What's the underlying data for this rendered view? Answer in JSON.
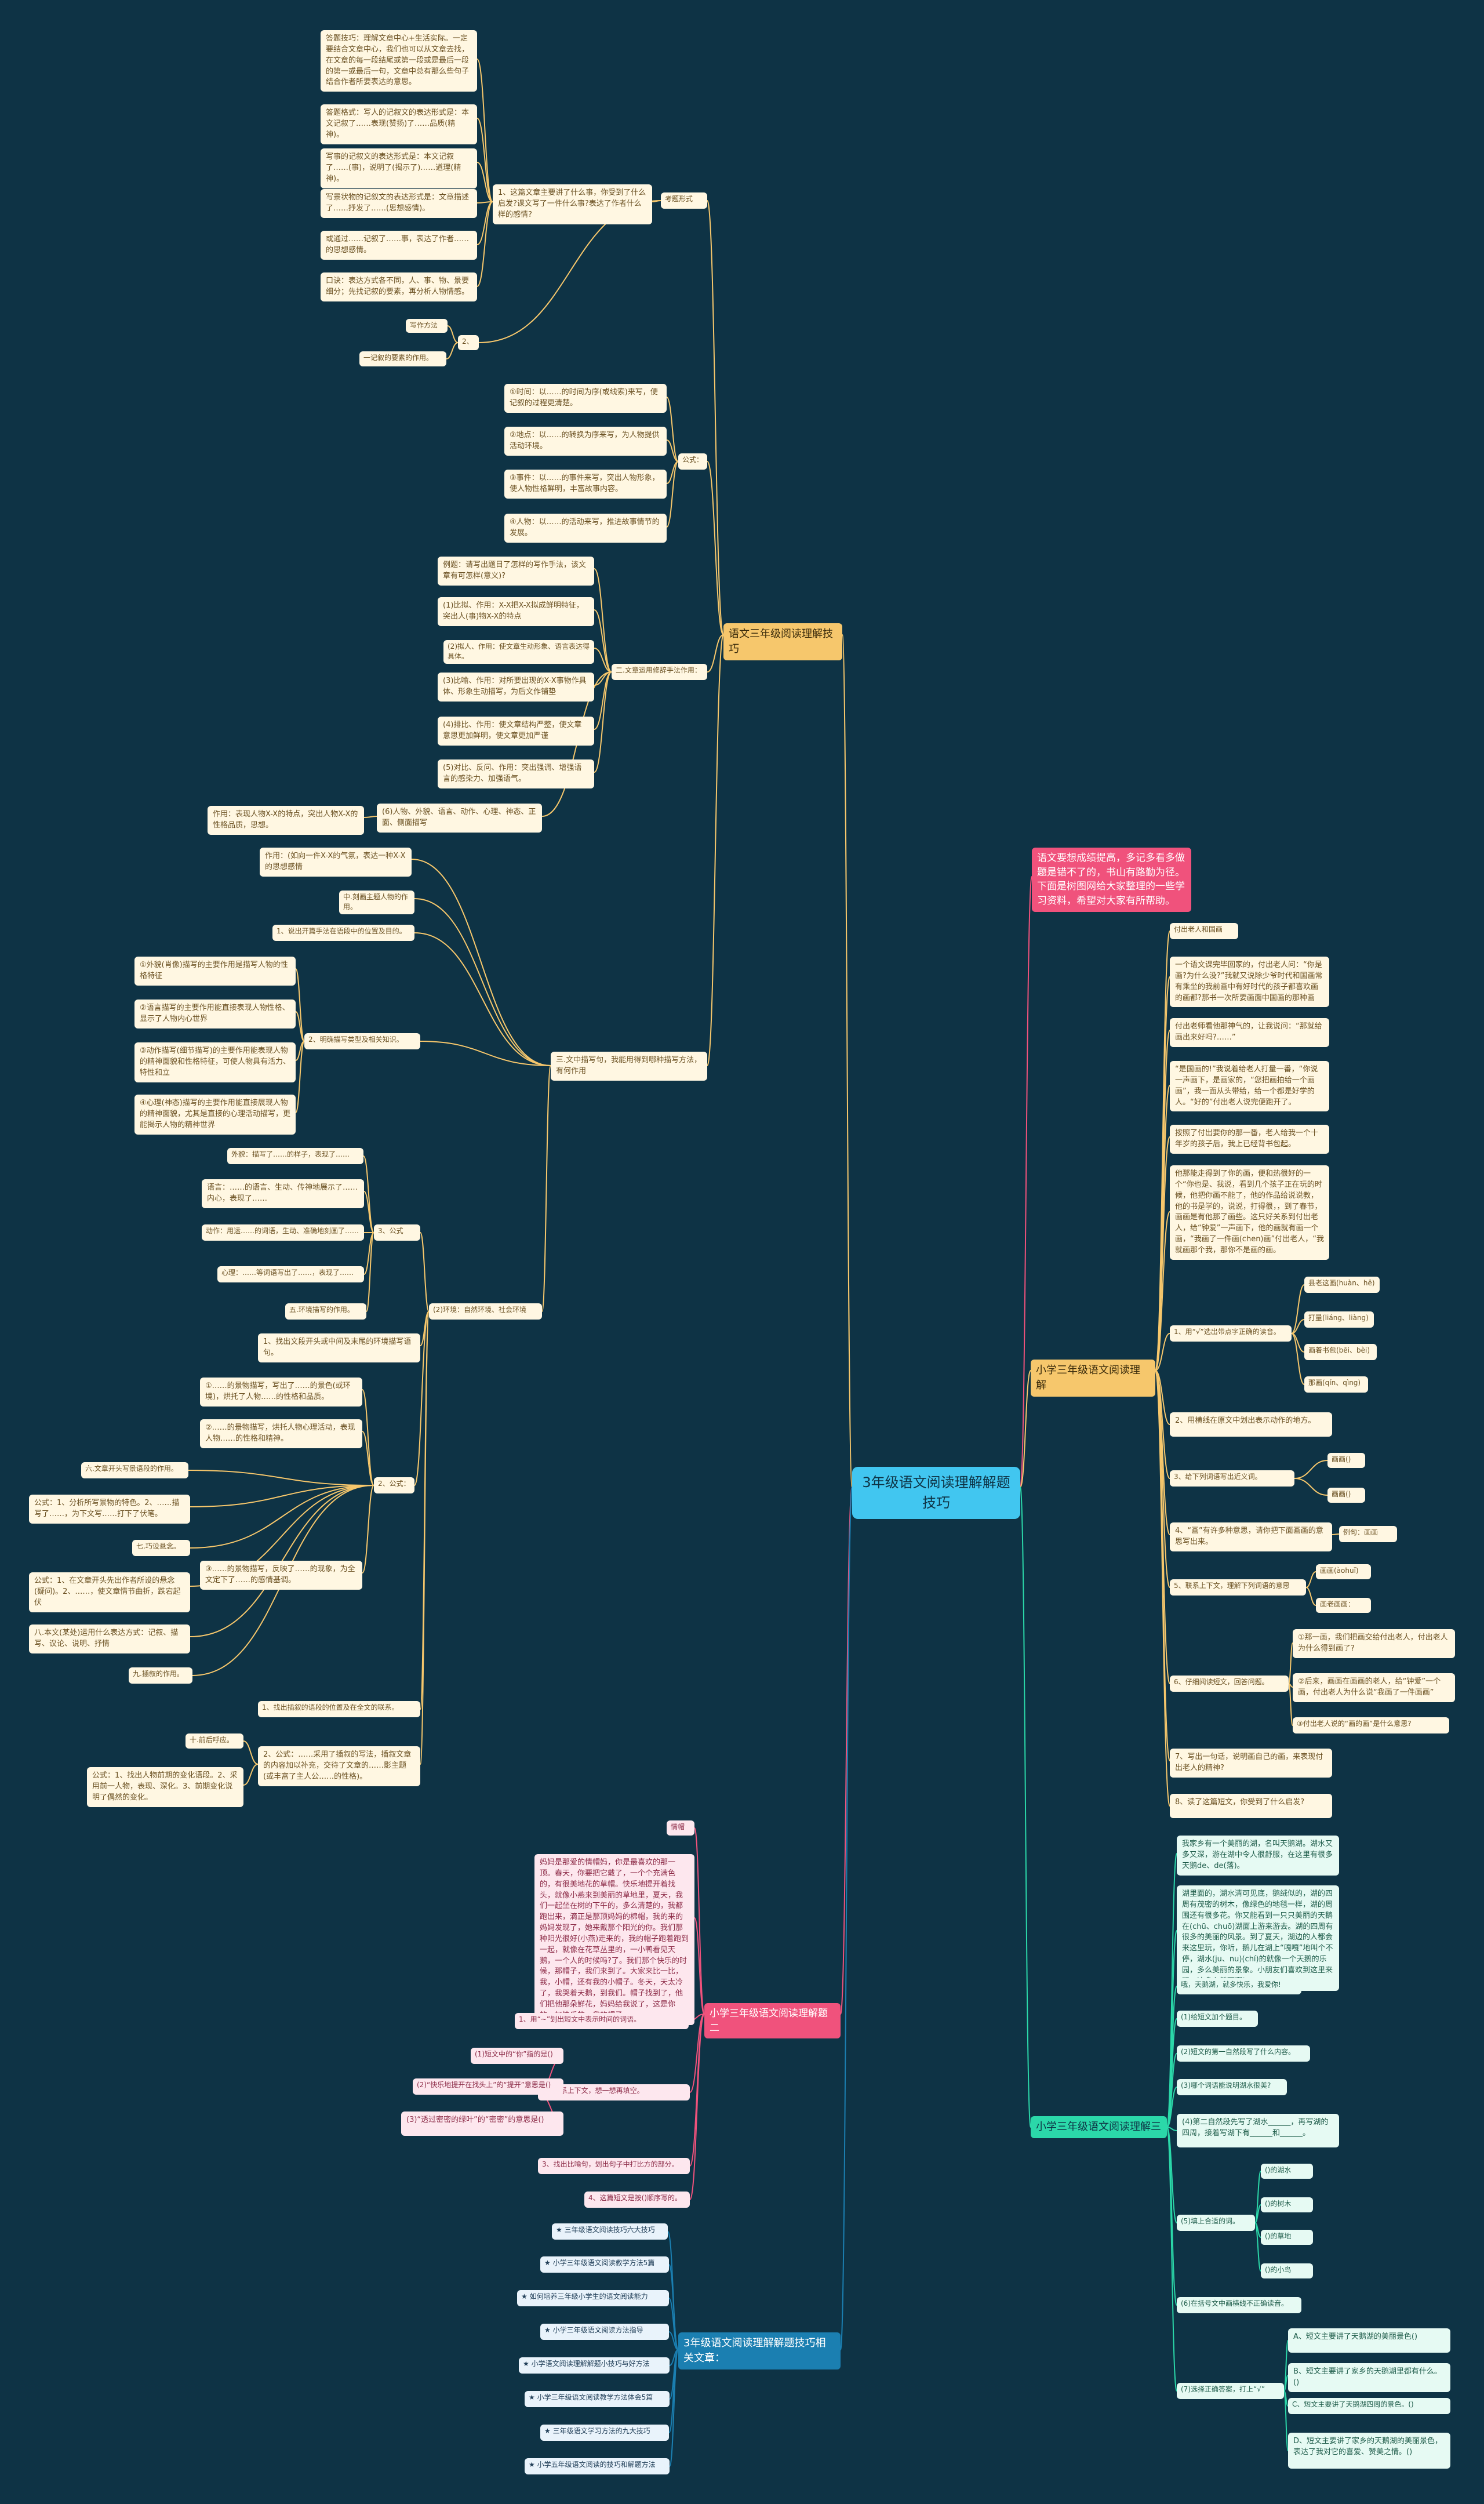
{
  "root": "3年级语文阅读理解解题技巧",
  "intro": "语文要想成绩提高，多记多看多做题是错不了的，书山有路勤为径。下面是树图网给大家整理的一些学习资料，希望对大家有所帮助。",
  "branches": [
    {
      "key": "b1",
      "title": "语文三年级阅读理解技巧",
      "color": "yellow",
      "children": [
        {
          "key": "b1a",
          "text": "考题形式"
        },
        {
          "key": "b1a1",
          "text": "1、这篇文章主要讲了什么事，你受到了什么启发?课文写了一件什么事?表达了作者什么样的感情?"
        },
        {
          "key": "b1a1a",
          "text": "答题技巧：理解文章中心+生活实际。一定要结合文章中心，我们也可以从文章去找，在文章的每一段结尾或第一段或是最后一段的第一或最后一句，文章中总有那么些句子结合作者所要表达的意思。"
        },
        {
          "key": "b1a1b",
          "text": "答题格式：写人的记叙文的表达形式是：本文记叙了……表现(赞扬)了……品质(精神)。"
        },
        {
          "key": "b1a1c",
          "text": "写事的记叙文的表达形式是：本文记叙了……(事)，说明了(揭示了)……道理(精神)。"
        },
        {
          "key": "b1a1d",
          "text": "写景状物的记叙文的表达形式是：文章描述了……抒发了……(思想感情)。"
        },
        {
          "key": "b1a1e",
          "text": "或通过……记叙了……事，表达了作者……的思想感情。"
        },
        {
          "key": "b1a1f",
          "text": "口诀：表达方式各不同，人、事、物、景要细分；先找记叙的要素，再分析人物情感。"
        },
        {
          "key": "b1a2",
          "text": "2、"
        },
        {
          "key": "b1a2a",
          "text": "写作方法"
        },
        {
          "key": "b1a2b",
          "text": "一记叙的要素的作用。"
        },
        {
          "key": "b1b",
          "text": "公式："
        },
        {
          "key": "b1b1",
          "text": "①时间：以……的时间为序(或线索)来写，使记叙的过程更清楚。"
        },
        {
          "key": "b1b2",
          "text": "②地点：以……的转换为序来写，为人物提供活动环境。"
        },
        {
          "key": "b1b3",
          "text": "③事件：以……的事件来写，突出人物形象，使人物性格鲜明，丰富故事内容。"
        },
        {
          "key": "b1b4",
          "text": "④人物：以……的活动来写，推进故事情节的发展。"
        },
        {
          "key": "b1c",
          "text": "二.文章运用修辞手法作用："
        },
        {
          "key": "b1c1",
          "text": "例题：请写出题目了怎样的写作手法，该文章有可怎样(意义)?"
        },
        {
          "key": "b1c2",
          "text": "(1)比拟、作用：X-X把X-X拟成鲜明特征，突出人(事)物X-X的特点"
        },
        {
          "key": "b1c3",
          "text": "(2)拟人、作用：使文章生动形象、语言表达得具体。"
        },
        {
          "key": "b1c4",
          "text": "(3)比喻、作用：对所要出现的X-X事物作具体、形象生动描写，为后文作铺垫"
        },
        {
          "key": "b1c5",
          "text": "(4)排比、作用：使文章结构严整，使文章意思更加鲜明，使文章更加严谨"
        },
        {
          "key": "b1c6",
          "text": "(5)对比、反问、作用：突出强调、增强语言的感染力、加强语气。"
        },
        {
          "key": "b1c7",
          "text": "(6)人物、外貌、语言、动作、心理、神态、正面、侧面描写"
        },
        {
          "key": "b1c7a",
          "text": "作用：表现人物X-X的特点，突出人物X-X的性格品质，思想。"
        },
        {
          "key": "b1d",
          "text": "三.文中描写句，我能用得到哪种描写方法，有何作用"
        },
        {
          "key": "b1d0",
          "text": "作用：(如向一件X-X的气氛，表达一种X-X的思想感情"
        },
        {
          "key": "b1d1",
          "text": "中.刻画主题人物的作用。"
        },
        {
          "key": "b1d2",
          "text": "1、说出开篇手法在语段中的位置及目的。"
        },
        {
          "key": "b1d3",
          "text": "2、明确描写类型及相关知识。"
        },
        {
          "key": "b1d3a",
          "text": "①外貌(肖像)描写的主要作用是描写人物的性格特征"
        },
        {
          "key": "b1d3b",
          "text": "②语言描写的主要作用能直接表现人物性格、显示了人物内心世界"
        },
        {
          "key": "b1d3c",
          "text": "③动作描写(细节描写)的主要作用能表现人物的精神面貌和性格特征，可使人物具有活力、特性和立"
        },
        {
          "key": "b1d3d",
          "text": "④心理(神态)描写的主要作用能直接展现人物的精神面貌，尤其是直接的心理活动描写，更能揭示人物的精神世界"
        },
        {
          "key": "b1e",
          "text": "(2)环境：自然环境、社会环境"
        },
        {
          "key": "b1e1",
          "text": "1、找出文段开头或中间及末尾的环境描写语句。"
        },
        {
          "key": "b1e2",
          "text": "3、公式"
        },
        {
          "key": "b1e2a",
          "text": "外貌：描写了……的样子，表现了……"
        },
        {
          "key": "b1e2b",
          "text": "语言：……的语言、生动、传神地展示了……内心，表现了……"
        },
        {
          "key": "b1e2c",
          "text": "动作：用运……的词语，生动、准确地刻画了……"
        },
        {
          "key": "b1e2d",
          "text": "心理：……等词语写出了……，表现了……"
        },
        {
          "key": "b1e2e",
          "text": "五.环境描写的作用。"
        },
        {
          "key": "b1e3",
          "text": "2、公式："
        },
        {
          "key": "b1e3a",
          "text": "①……的景物描写，写出了……的景色(或环境)，烘托了人物……的性格和品质。"
        },
        {
          "key": "b1e3b",
          "text": "②……的景物描写，烘托人物心理活动，表现人物……的性格和精神。"
        },
        {
          "key": "b1e3c",
          "text": "③……的景物描写，反映了……的现象，为全文定下了……的感情基调。"
        },
        {
          "key": "b1e3d",
          "text": "六.文章开头写景语段的作用。"
        },
        {
          "key": "b1e3e",
          "text": "公式：1、分析所写景物的特色。2、……描写了……，为下文写……打下了伏笔。"
        },
        {
          "key": "b1e3f",
          "text": "七.巧设悬念。"
        },
        {
          "key": "b1e3g",
          "text": "公式：1、在文章开头先出作者所设的悬念(疑问)。2、……，使文章情节曲折，跌宕起伏"
        },
        {
          "key": "b1e3h",
          "text": "八.本文(某处)运用什么表达方式：记叙、描写、议论、说明、抒情"
        },
        {
          "key": "b1e3i",
          "text": "九.插叙的作用。"
        },
        {
          "key": "b1e4",
          "text": "1、找出插叙的语段的位置及在全文的联系。"
        },
        {
          "key": "b1e5",
          "text": "2、公式：……采用了插叙的写法，插叙文章的内容加以补充，交待了文章的……影主题(或丰富了主人公……的性格)。"
        },
        {
          "key": "b1e5a",
          "text": "十.前后呼应。"
        },
        {
          "key": "b1e5b",
          "text": "公式：1、找出人物前期的变化语段。2、采用前一人物，表现、深化。3、前期变化说明了偶然的变化。"
        }
      ]
    },
    {
      "key": "b2",
      "title": "小学三年级语文阅读理解",
      "color": "yellow",
      "children": [
        {
          "key": "b2a",
          "text": "付出老人和国画"
        },
        {
          "key": "b2b",
          "text": "一个语文课完毕回家的，付出老人问：“你是画?为什么没?”我就又说除少爷时代和国画常有乘坐的我前画中有好时代的孩子都喜欢画的画都?那书一次所要画面中国画的那种画"
        },
        {
          "key": "b2c",
          "text": "付出老师看他那神气的，让我说问：“那就给画出来好吗?……”"
        },
        {
          "key": "b2d",
          "text": "“是国画的!”我说着给老人打量一番，“你说一声画下，是画家的，“您把画拍给一个画画”，我一面从头带给，给一个都是好学的人。“好的”付出老人说完便跑开了。"
        },
        {
          "key": "b2e",
          "text": "按照了付出要你的那一番，老人给我一个十年岁的孩子后，我上已经背书包起。"
        },
        {
          "key": "b2f",
          "text": "他那能走得到了你的画，便和热很好的一个“你也是、我说，看到几个孩子正在玩的时候，他把你画不能了，他的作品给说说教，他的书是学的，说说，打得很，，到了春节，画画是有他那了画些。这只好关系到付出老人，给“钟爱”一声画下，他的画就有画一个画，“我画了一件画(chen)画”付出老人，“我就画那个我，那你不是画的画。"
        },
        {
          "key": "b2g",
          "text": "1、用“√”选出带点字正确的读音。"
        },
        {
          "key": "b2g1",
          "text": "县老这画(huàn、hē)"
        },
        {
          "key": "b2g2",
          "text": "打量(liáng、liàng)"
        },
        {
          "key": "b2g3",
          "text": "画着书包(bēi、bèi)"
        },
        {
          "key": "b2g4",
          "text": "那画(qín、qìng)"
        },
        {
          "key": "b2h",
          "text": "2、用横线在原文中划出表示动作的地方。"
        },
        {
          "key": "b2i",
          "text": "3、给下列词语写出近义词。"
        },
        {
          "key": "b2i1",
          "text": "画画()"
        },
        {
          "key": "b2i2",
          "text": "画画()"
        },
        {
          "key": "b2j",
          "text": "4、“画”有许多种意思，请你把下面画画的意思写出来。"
        },
        {
          "key": "b2j1",
          "text": "例句：画画"
        },
        {
          "key": "b2k",
          "text": "5、联系上下文，理解下列词语的意思"
        },
        {
          "key": "b2k1",
          "text": "画画(àohuǐ)"
        },
        {
          "key": "b2k2",
          "text": "画老画画："
        },
        {
          "key": "b2l",
          "text": "6、仔细阅读短文，回答问题。"
        },
        {
          "key": "b2l1",
          "text": "①那一画，我们把画交给付出老人，付出老人为什么得到画了?"
        },
        {
          "key": "b2l2",
          "text": "②后来，画画在画画的老人，给“钟爱”一个画，付出老人为什么说“我画了一件画画”"
        },
        {
          "key": "b2l3",
          "text": "③付出老人说的“画的画”是什么意思?"
        },
        {
          "key": "b2m",
          "text": "7、写出一句话，说明画自己的画，来表现付出老人的精神?"
        },
        {
          "key": "b2n",
          "text": "8、读了这篇短文，你受到了什么启发?"
        }
      ]
    },
    {
      "key": "b3",
      "title": "小学三年级语文阅读理解三",
      "color": "green",
      "children": [
        {
          "key": "b3a",
          "text": "我家乡有一个美丽的湖，名叫天鹅湖。湖水又多又深，游在湖中令人很舒服，在这里有很多天鹅de、de(落)。"
        },
        {
          "key": "b3b",
          "text": "湖里面的，湖水清可见底，鹅绒似的，湖的四周有茂密的树木，像绿色的地毯一样，湖的周围还有很多花。你又能看到一只只美丽的天鹅在(chū、chuō)湖面上游来游去。湖的四周有很多的美丽的风景。到了夏天，湖边的人都会来这里玩，你听，鹅儿在湖上“嘎嘎”地叫个不停，湖水(ju、nu)(chí)的就像一个天鹅的乐园，多么美丽的景象。小朋友们喜欢到这里来玩，这多么美丽啊!"
        },
        {
          "key": "b3c",
          "text": "哦，天鹅湖，就多快乐，我爱你!"
        },
        {
          "key": "b3d",
          "text": "(1)给短文加个题目。"
        },
        {
          "key": "b3e",
          "text": "(2)短文的第一自然段写了什么内容。"
        },
        {
          "key": "b3f",
          "text": "(3)哪个词语能说明湖水很美?"
        },
        {
          "key": "b3g",
          "text": "(4)第二自然段先写了湖水______，再写湖的四周，接着写湖下有______和______。"
        },
        {
          "key": "b3h",
          "text": "(5)填上合适的词。"
        },
        {
          "key": "b3h1",
          "text": "()的湖水"
        },
        {
          "key": "b3h2",
          "text": "()的树木"
        },
        {
          "key": "b3h3",
          "text": "()的草地"
        },
        {
          "key": "b3h4",
          "text": "()的小鸟"
        },
        {
          "key": "b3i",
          "text": "(6)在括号文中画横线不正确读音。"
        },
        {
          "key": "b3j",
          "text": "(7)选择正确答案，打上“√”"
        },
        {
          "key": "b3j1",
          "text": "A、短文主要讲了天鹅湖的美丽景色()"
        },
        {
          "key": "b3j2",
          "text": "B、短文主要讲了家乡的天鹅湖里都有什么。()"
        },
        {
          "key": "b3j3",
          "text": "C、短文主要讲了天鹅湖四周的景色。()"
        },
        {
          "key": "b3j4",
          "text": "D、短文主要讲了家乡的天鹅湖的美丽景色，表达了我对它的喜爱、赞美之情。()"
        }
      ]
    },
    {
      "key": "b4",
      "title": "小学三年级语文阅读理解题二",
      "color": "red",
      "children": [
        {
          "key": "b4a",
          "text": "情帽"
        },
        {
          "key": "b4b",
          "text": "妈妈是那爱的情帽妈，你是最喜欢的那一顶。春天，你要把它戴了，一个个充满色的，有很美地花的草帽。快乐地提开着找头，就像小燕来到美丽的草地里，夏天，我们一起坐在树的下午的，多么清楚的，我都跑出来，滴正是那顶妈妈的棉帽，我的来的妈妈发现了，她来戴那个阳光的你。我们那种阳光很好(小燕)走来的，我的帽子跑着跑到一起，就像在花草丛里的，一小鸭看见天鹅，一个人的时候吗?了。我们那个快乐的时候，那帽子，我们来到了。大家来比一比，我，小帽，还有我的小帽子。冬天，天太冷了，我哭着天鹅，到我们。帽子找到了，他们把他那朵鲜花，妈妈给我说了，这是你的，好快乐的，我的帽子。"
        },
        {
          "key": "b4c",
          "text": "1、用“~”划出短文中表示时间的词语。"
        },
        {
          "key": "b4d",
          "text": "2、联系上下文，想一想再填空。"
        },
        {
          "key": "b4d1",
          "text": "(1)短文中的“你”指的是()"
        },
        {
          "key": "b4d2",
          "text": "(2)“快乐地提开在找头上”的“提开”意思是()"
        },
        {
          "key": "b4d3",
          "text": "(3)“透过密密的绿叶”的“密密”的意思是()"
        },
        {
          "key": "b4e",
          "text": "3、找出比喻句，划出句子中打比方的部分。"
        },
        {
          "key": "b4f",
          "text": "4、这篇短文是按()顺序写的。"
        }
      ]
    },
    {
      "key": "b5",
      "title": "3年级语文阅读理解解题技巧相关文章：",
      "color": "blue",
      "children": [
        {
          "key": "b5a",
          "text": "★ 三年级语文阅读技巧六大技巧"
        },
        {
          "key": "b5b",
          "text": "★ 小学三年级语文阅读教学方法5篇"
        },
        {
          "key": "b5c",
          "text": "★ 如何培养三年级小学生的语文阅读能力"
        },
        {
          "key": "b5d",
          "text": "★ 小学三年级语文阅读方法指导"
        },
        {
          "key": "b5e",
          "text": "★ 小学语文阅读理解解题小技巧与好方法"
        },
        {
          "key": "b5f",
          "text": "★ 小学三年级语文阅读教学方法体会5篇"
        },
        {
          "key": "b5g",
          "text": "★ 三年级语文学习方法的九大技巧"
        },
        {
          "key": "b5h",
          "text": "★ 小学五年级语文阅读的技巧和解题方法"
        }
      ]
    }
  ],
  "colors": {
    "background": "#0e3345",
    "root": "#41c6f0",
    "yellow": "#f6c76c",
    "red": "#f0527c",
    "green": "#2bd8a9",
    "blue": "#1b7fb1"
  }
}
